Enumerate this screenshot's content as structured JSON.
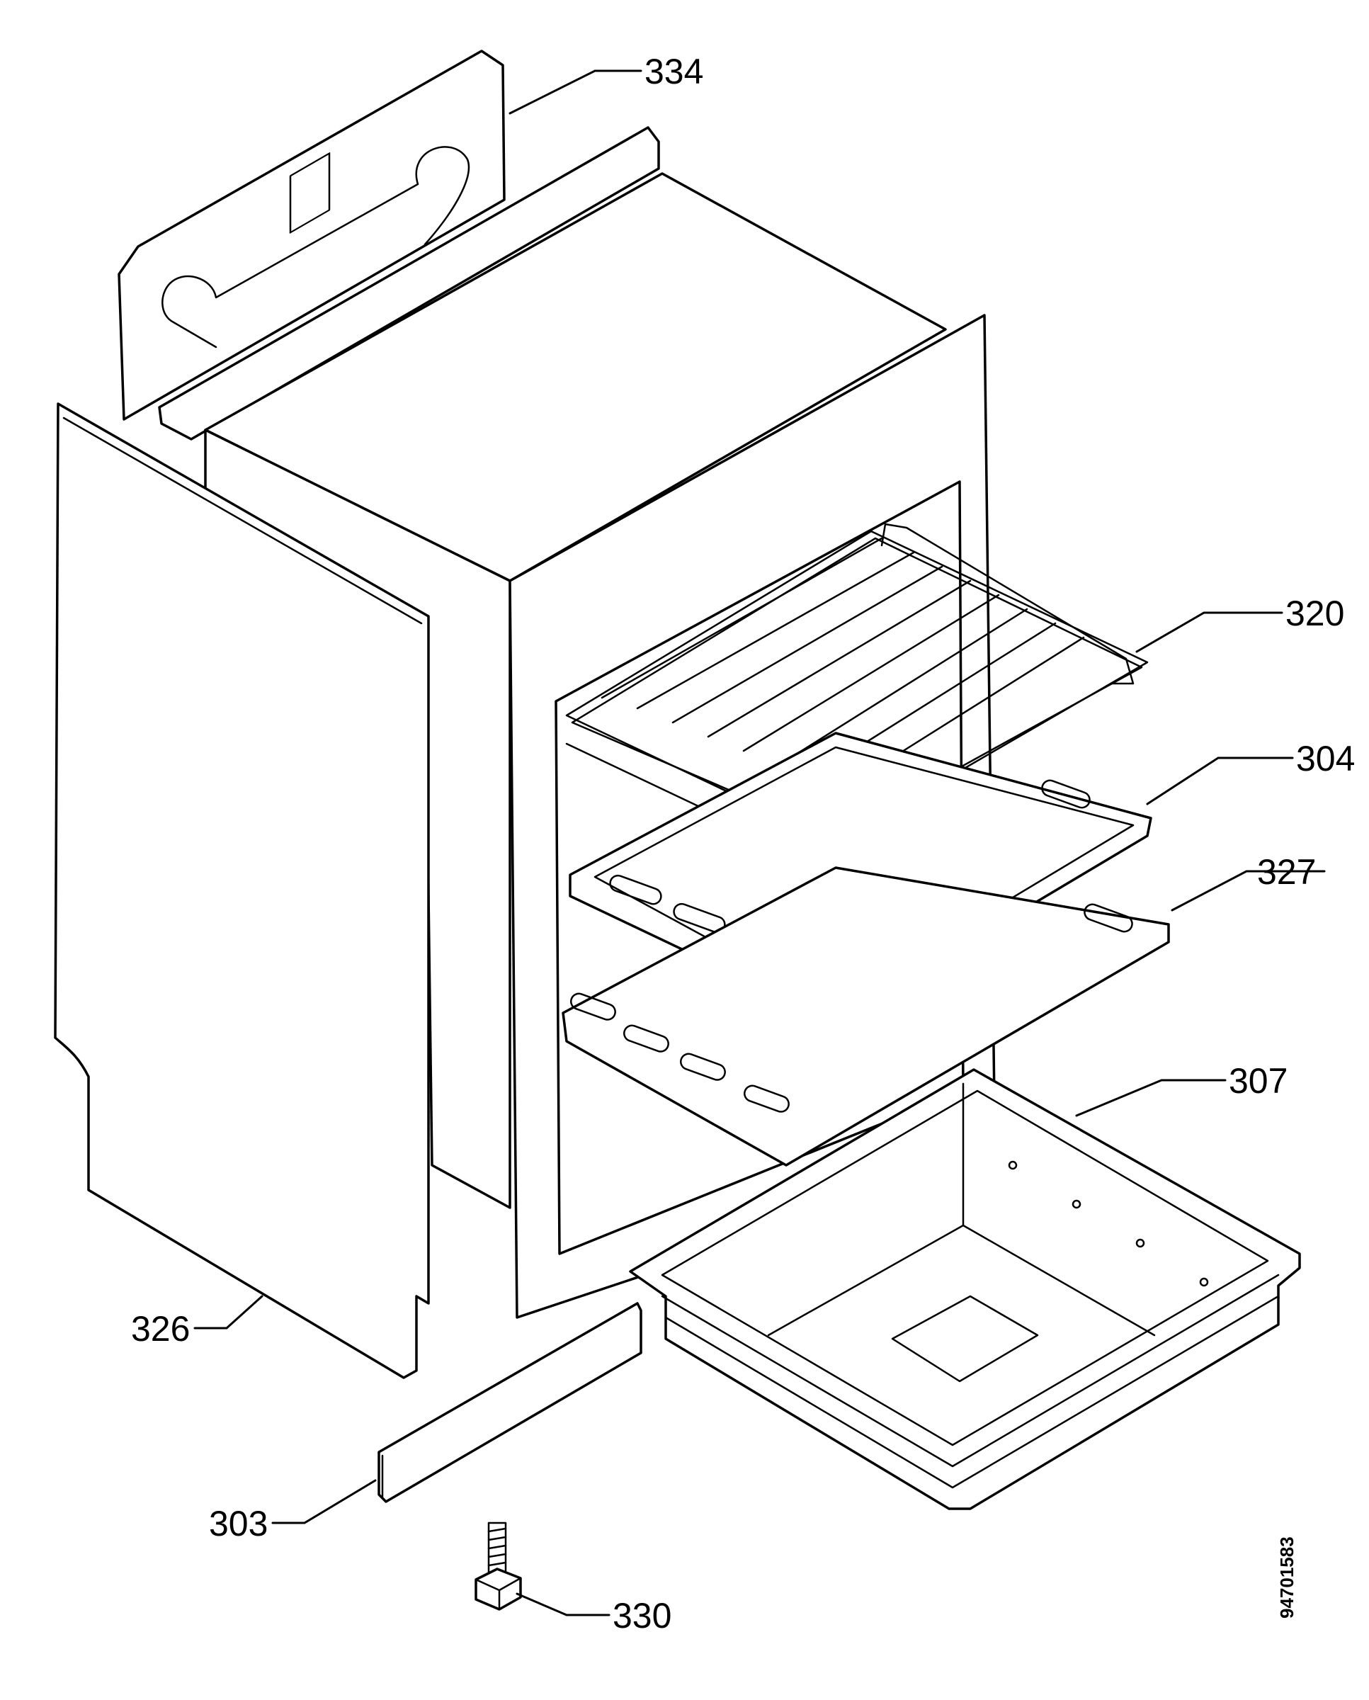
{
  "callouts": {
    "c334": "334",
    "c320": "320",
    "c304": "304",
    "c327": "327",
    "c307": "307",
    "c326": "326",
    "c303": "303",
    "c330": "330"
  },
  "document_number": "94701583",
  "parts": [
    {
      "number": "334",
      "name": "rear-panel"
    },
    {
      "number": "320",
      "name": "wire-shelf"
    },
    {
      "number": "304",
      "name": "baking-tray"
    },
    {
      "number": "327",
      "name": "flat-tray"
    },
    {
      "number": "307",
      "name": "deep-roasting-pan"
    },
    {
      "number": "326",
      "name": "side-panel"
    },
    {
      "number": "303",
      "name": "plinth-strip"
    },
    {
      "number": "330",
      "name": "leveling-foot"
    }
  ]
}
